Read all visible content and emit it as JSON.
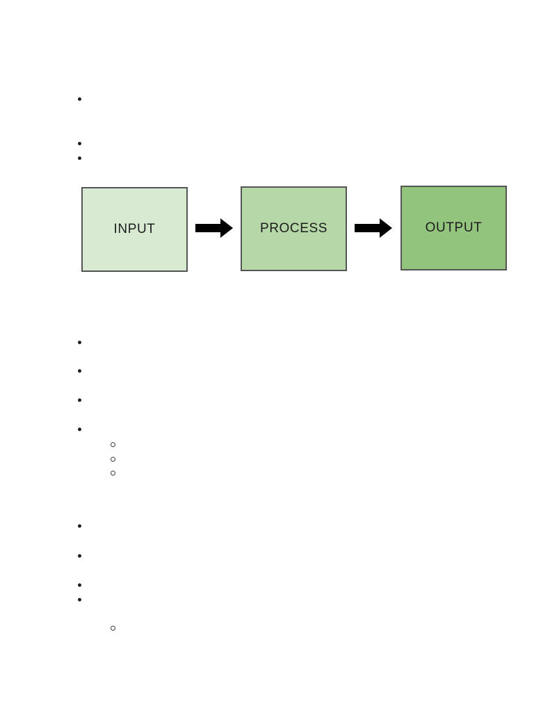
{
  "page": {
    "background_color": "#ffffff"
  },
  "document": {
    "bullet_lists": {
      "solid_bullet_count": 11,
      "hollow_sub_bullet_count": 4,
      "bullet_color": "#1f1f1f"
    }
  },
  "diagram": {
    "boxes": [
      {
        "label": "INPUT",
        "fill_color": "#d9ead3"
      },
      {
        "label": "PROCESS",
        "fill_color": "#b6d7a8"
      },
      {
        "label": "OUTPUT",
        "fill_color": "#93c47d"
      }
    ],
    "border_color": "#545454",
    "label_color": "#1c1c1c",
    "arrow_color": "#000000"
  }
}
